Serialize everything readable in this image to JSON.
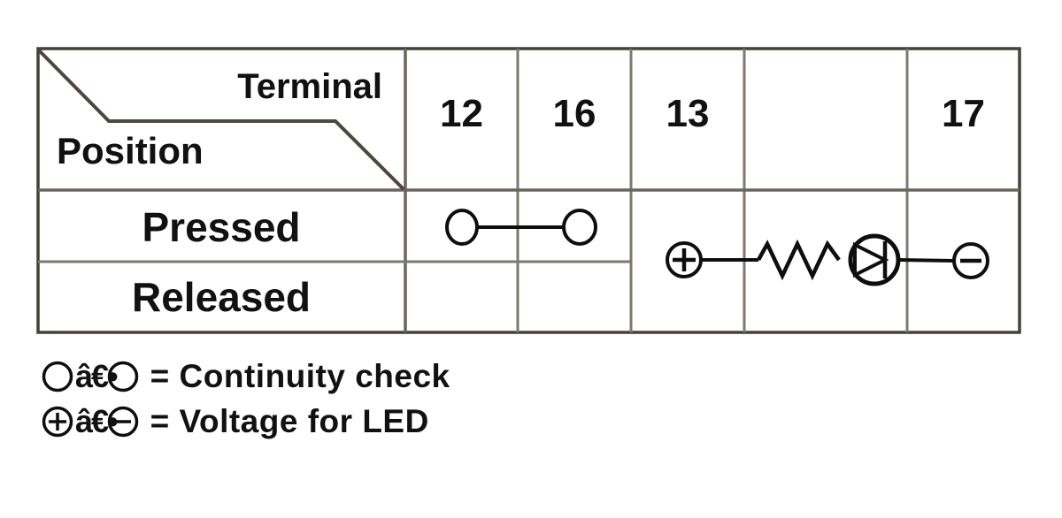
{
  "table": {
    "header": {
      "terminal_label": "Terminal",
      "position_label": "Position",
      "terminal_columns": [
        "12",
        "16",
        "13",
        "",
        "17"
      ]
    },
    "rows": [
      {
        "label": "Pressed",
        "symbol": "continuity-link-between-12-and-16"
      },
      {
        "label": "Released",
        "symbol": ""
      }
    ],
    "merged_cell_symbol": "led-circuit-plus-resistor-diode-minus-between-13-and-17"
  },
  "legend": [
    {
      "left_icon": "circle",
      "separator": "â€•",
      "right_icon": "circle",
      "text": "= Continuity check"
    },
    {
      "left_icon": "circle-plus",
      "separator": "â€•",
      "right_icon": "circle-minus",
      "text": "= Voltage for LED"
    }
  ],
  "colors": {
    "background": "#ffffff",
    "text": "#111111",
    "symbol_stroke": "#0e0e0e",
    "outer_border": "#45403a",
    "grid_line": "#7d7873",
    "diagonal": "#4e463f"
  }
}
